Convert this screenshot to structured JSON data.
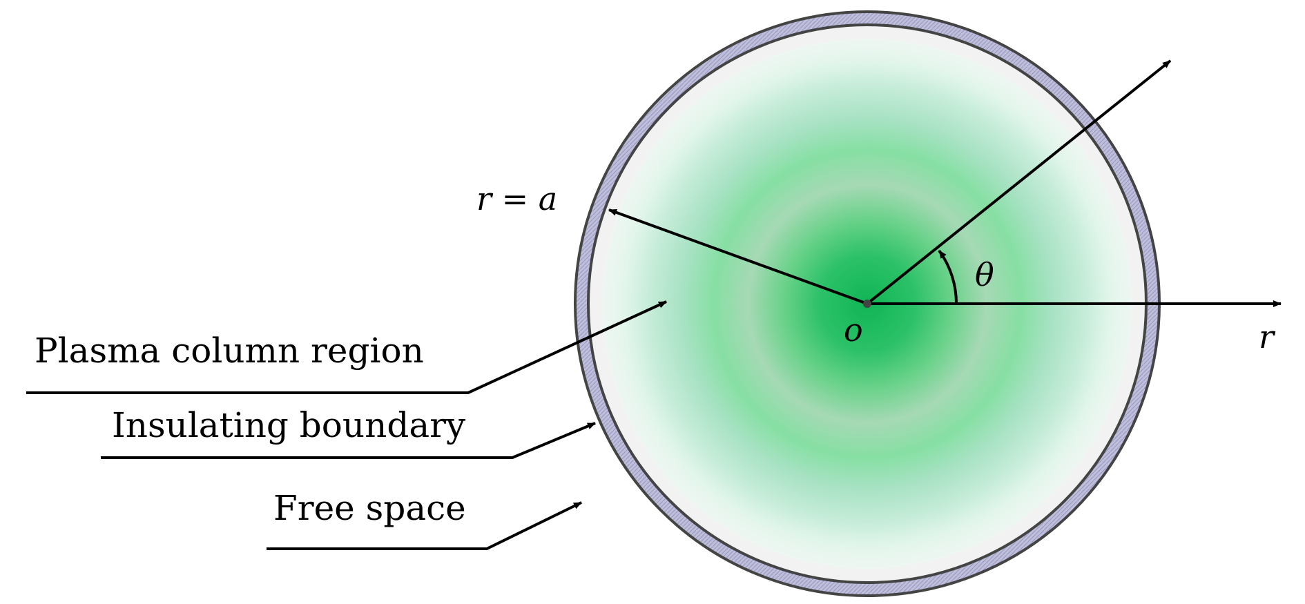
{
  "labels": {
    "radius": "r = a",
    "theta": "θ",
    "origin": "o",
    "r_axis": "r",
    "plasma": "Plasma column region",
    "boundary": "Insulating boundary",
    "free_space": "Free space"
  },
  "colors": {
    "plasma_center": "#10b555",
    "plasma_mid": "#7fdc9c",
    "plasma_edge": "#e0f6ec",
    "gap_fill": "#f2f2f2",
    "boundary_fill": "#b9b9d8",
    "boundary_stroke": "#444444",
    "line": "#000000"
  }
}
